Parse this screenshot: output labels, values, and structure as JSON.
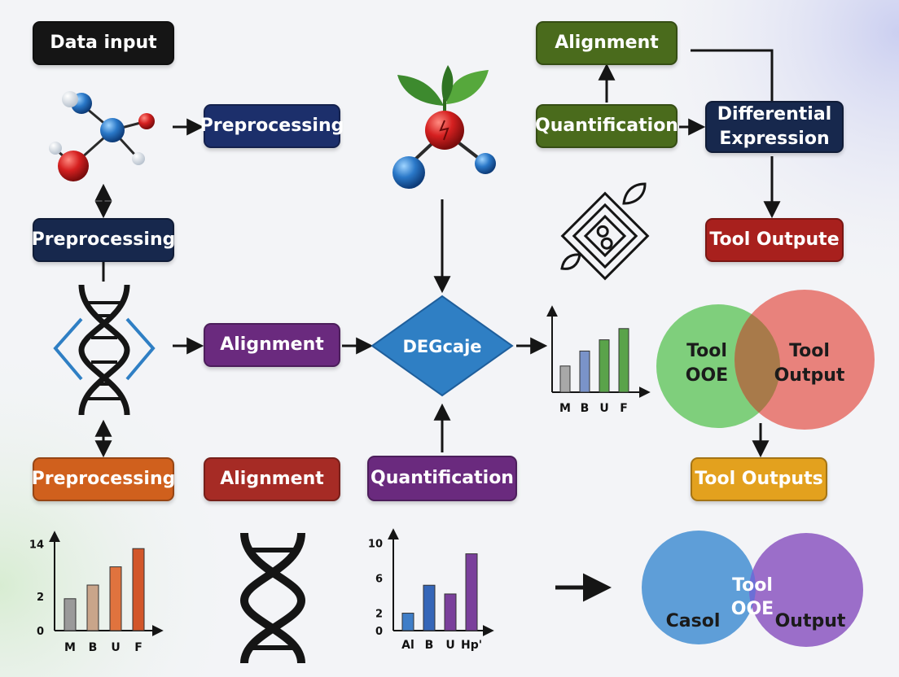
{
  "colors": {
    "black": "#151515",
    "navy": "#1c2f6b",
    "green": "#4a6b1c",
    "darknavy": "#17284d",
    "red": "#a8201d",
    "purple": "#6a2a7e",
    "blue": "#2f7fc4",
    "orange": "#d0601d",
    "crimson": "#a62b25",
    "gold": "#e3a11e"
  },
  "boxes": {
    "data_input": "Data input",
    "preprocessing_top": "Preprocessing",
    "preprocessing_left": "Preprocessing",
    "preprocessing_bottom": "Preprocessing",
    "alignment_top": "Alignment",
    "quantification_top": "Quantification",
    "differential_expression": "Differential\nExpression",
    "tool_output_red": "Tool Outpute",
    "alignment_middle": "Alignment",
    "degcaje": "DEGcaje",
    "alignment_bottom": "Alignment",
    "quantification_bottom": "Quantification",
    "tool_outputs_gold": "Tool Outputs"
  },
  "venn_top": {
    "left_label": "Tool\nOOE",
    "right_label": "Tool\nOutput",
    "left_color": "#7fcf7c",
    "right_color": "#e8827c",
    "overlap_color": "#a87a4a"
  },
  "venn_bottom": {
    "left_label": "Casol",
    "center_label": "Tool\nOOE",
    "right_label": "Output",
    "left_color": "#5e9ed8",
    "right_color": "#9b6ec9",
    "overlap_color": "#6b6fd6"
  },
  "icons": {
    "molecule": "molecule-icon",
    "plant_molecule": "plant-molecule-icon",
    "dna_helix": "dna-helix-icon",
    "chip": "chip-icon"
  },
  "chart_data": [
    {
      "type": "bar",
      "categories": [
        "M",
        "B",
        "U",
        "F"
      ],
      "values": [
        0.35,
        0.55,
        0.7,
        0.85
      ],
      "colors": [
        "#a8a8a8",
        "#7a93c9",
        "#5aa34a",
        "#5aa34a"
      ],
      "ylim": [
        0,
        1
      ],
      "yticks": [],
      "grid": false
    },
    {
      "type": "bar",
      "categories": [
        "M",
        "B",
        "U",
        "F"
      ],
      "values": [
        1.4,
        2,
        2.8,
        3.6
      ],
      "colors": [
        "#9a9a9a",
        "#c9a58a",
        "#e0733e",
        "#d2562a"
      ],
      "ytick_values": [
        0,
        1.5,
        3.8
      ],
      "ytick_labels": [
        "0",
        "2",
        "14"
      ],
      "ylim": [
        0,
        4
      ],
      "grid": false
    },
    {
      "type": "bar",
      "categories": [
        "Al",
        "B",
        "U",
        "Hp'"
      ],
      "values": [
        2,
        5.2,
        4.2,
        8.8
      ],
      "colors": [
        "#3f7ec8",
        "#3566b8",
        "#7a3f9b",
        "#7a3f9b"
      ],
      "ytick_values": [
        0,
        2,
        6,
        10
      ],
      "ytick_labels": [
        "0",
        "2",
        "6",
        "10"
      ],
      "ylim": [
        0,
        11
      ],
      "grid": false
    }
  ]
}
